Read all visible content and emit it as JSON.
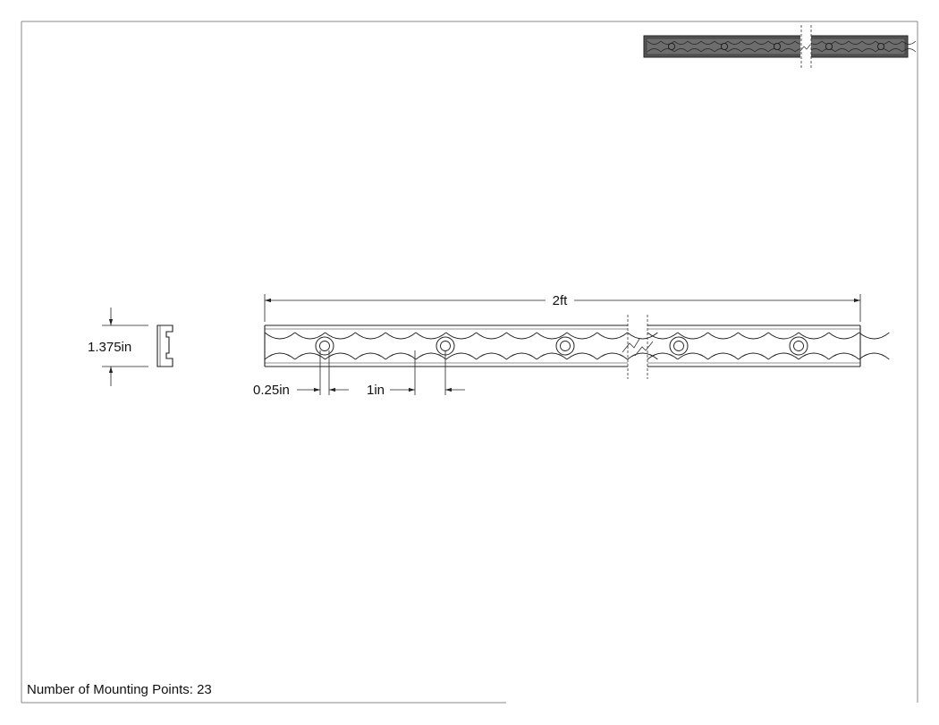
{
  "dimensions": {
    "overall_length": "2ft",
    "height": "1.375in",
    "hole_offset": "0.25in",
    "hole_spacing": "1in"
  },
  "note": "Number of Mounting Points: 23",
  "colors": {
    "line": "#222222",
    "thumbnail_fill": "#555555",
    "border": "#777777"
  }
}
